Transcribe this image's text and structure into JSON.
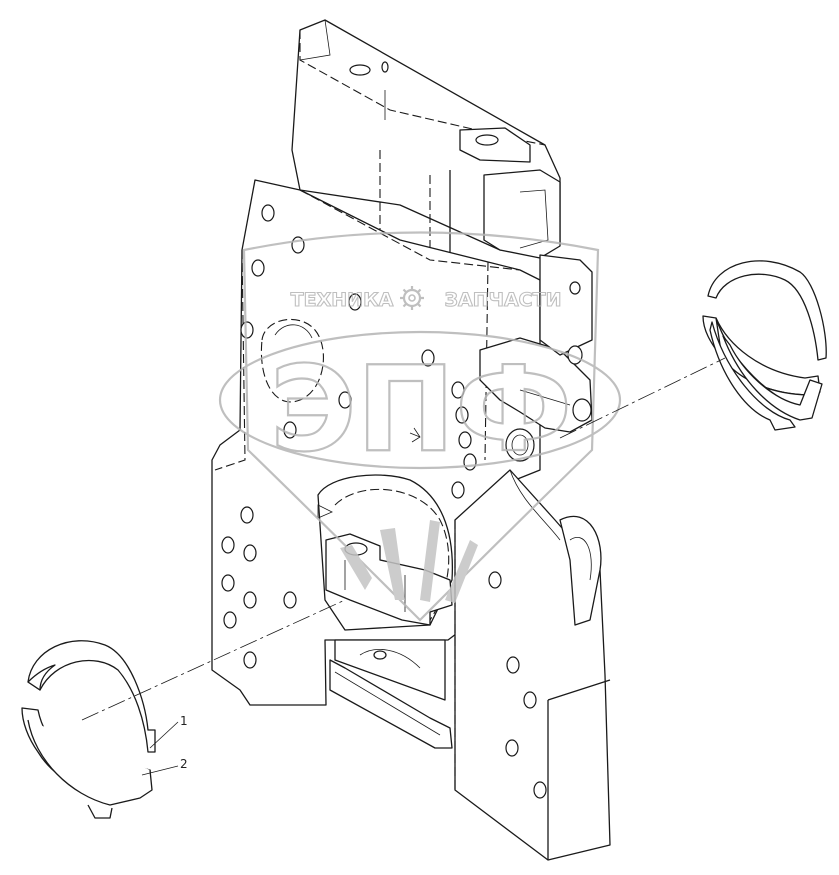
{
  "watermark": {
    "brand_left": "ТЕХНИКА",
    "brand_right": "ЗАПЧАСТИ",
    "logo_text": "ЭПФ"
  },
  "callouts": [
    {
      "id": "1",
      "label": "1"
    },
    {
      "id": "2",
      "label": "2"
    }
  ],
  "colors": {
    "line": "#1a1a1a",
    "watermark": "#b5b5b5"
  }
}
